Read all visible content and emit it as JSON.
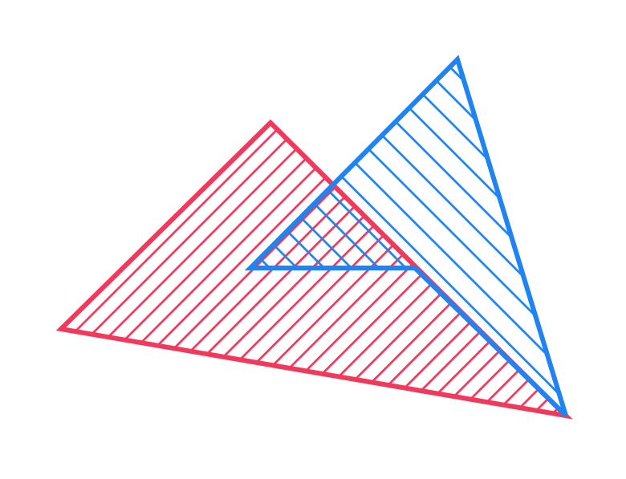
{
  "figure": {
    "background": "#ffffff",
    "shapes": [
      {
        "id": "red-triangle",
        "color": "#f2385b",
        "fill_pattern": "diagonal-hatch",
        "hatch_direction": "down-left"
      },
      {
        "id": "blue-triangle",
        "color": "#1f83f2",
        "fill_pattern": "diagonal-hatch",
        "hatch_direction": "down-right"
      }
    ]
  }
}
